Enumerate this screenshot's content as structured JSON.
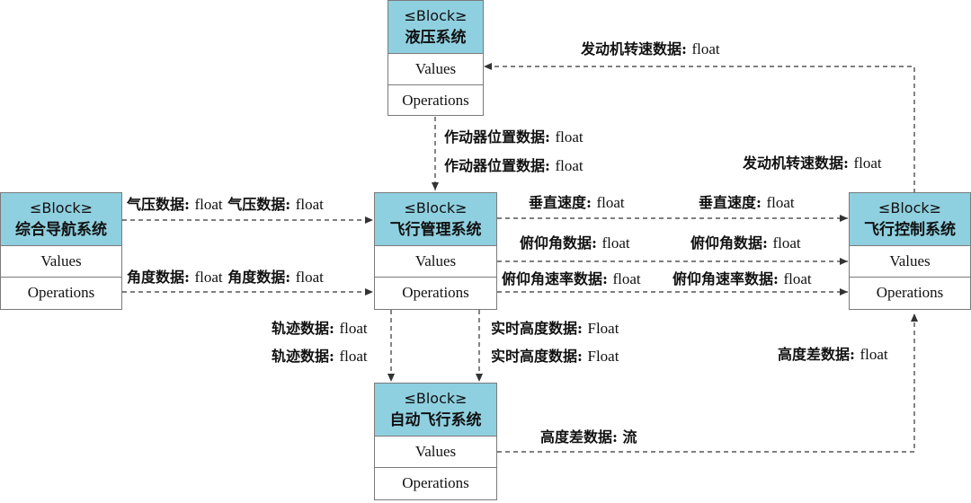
{
  "blocks": {
    "hydraulic": {
      "stereotype": "≤Block≥",
      "name": "液压系统",
      "values": "Values",
      "operations": "Operations"
    },
    "nav": {
      "stereotype": "≤Block≥",
      "name": "综合导航系统",
      "values": "Values",
      "operations": "Operations"
    },
    "fms": {
      "stereotype": "≤Block≥",
      "name": "飞行管理系统",
      "values": "Values",
      "operations": "Operations"
    },
    "fcs": {
      "stereotype": "≤Block≥",
      "name": "飞行控制系统",
      "values": "Values",
      "operations": "Operations"
    },
    "autopilot": {
      "stereotype": "≤Block≥",
      "name": "自动飞行系统",
      "values": "Values",
      "operations": "Operations"
    }
  },
  "labels": {
    "engine_speed_top": {
      "text": "发动机转速数据:",
      "type": "float"
    },
    "engine_speed_right": {
      "text": "发动机转速数据:",
      "type": "float"
    },
    "actuator_1": {
      "text": "作动器位置数据:",
      "type": "float"
    },
    "actuator_2": {
      "text": "作动器位置数据:",
      "type": "float"
    },
    "pressure": {
      "text": "气压数据:",
      "type": "float"
    },
    "pressure_2": {
      "text": "气压数据:",
      "type": "float"
    },
    "angle": {
      "text": "角度数据:",
      "type": "float"
    },
    "angle_2": {
      "text": "角度数据:",
      "type": "float"
    },
    "vspeed_1": {
      "text": "垂直速度:",
      "type": "float"
    },
    "vspeed_2": {
      "text": "垂直速度:",
      "type": "float"
    },
    "pitch_1": {
      "text": "俯仰角数据:",
      "type": "float"
    },
    "pitch_2": {
      "text": "俯仰角数据:",
      "type": "float"
    },
    "pitchrate_1": {
      "text": "俯仰角速率数据:",
      "type": "float"
    },
    "pitchrate_2": {
      "text": "俯仰角速率数据:",
      "type": "float"
    },
    "track_1": {
      "text": "轨迹数据:",
      "type": "float"
    },
    "track_2": {
      "text": "轨迹数据:",
      "type": "float"
    },
    "altitude_rt_1": {
      "text": "实时高度数据:",
      "type": "Float"
    },
    "altitude_rt_2": {
      "text": "实时高度数据:",
      "type": "Float"
    },
    "altdiff_right": {
      "text": "高度差数据:",
      "type": "float"
    },
    "altdiff_bottom": {
      "text": "高度差数据: 流",
      "type": ""
    }
  },
  "colors": {
    "block_header": "#8fd0e0",
    "block_border": "#7a7a7a",
    "edge": "#333333"
  }
}
